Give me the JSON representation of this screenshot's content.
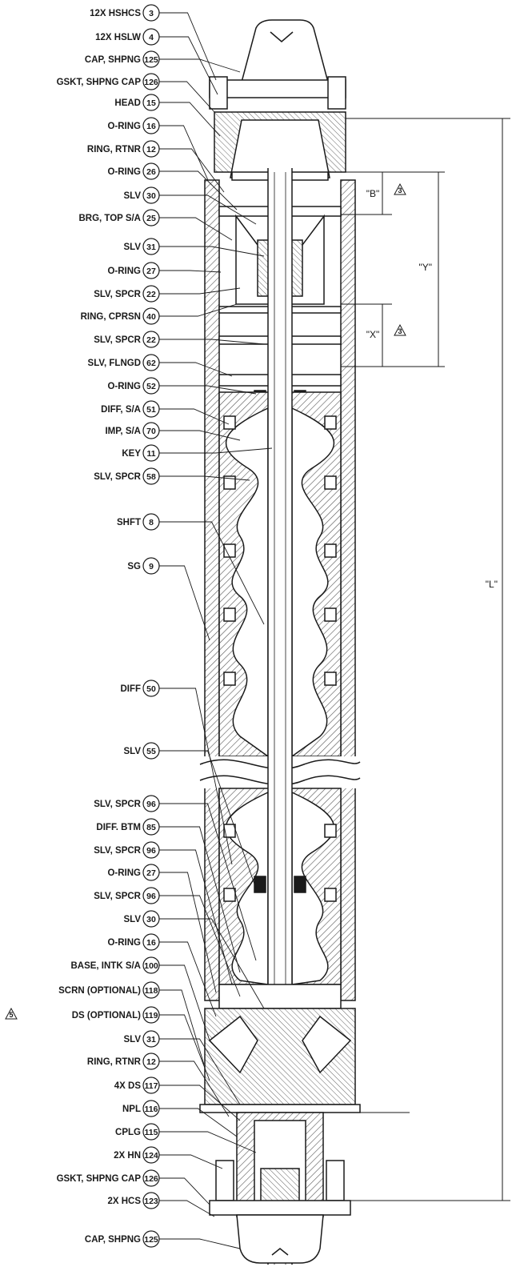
{
  "callouts": [
    {
      "label": "12X HSHCS",
      "num": "3"
    },
    {
      "label": "12X HSLW",
      "num": "4"
    },
    {
      "label": "CAP, SHPNG",
      "num": "125"
    },
    {
      "label": "GSKT, SHPNG CAP",
      "num": "126"
    },
    {
      "label": "HEAD",
      "num": "15"
    },
    {
      "label": "O-RING",
      "num": "16"
    },
    {
      "label": "RING, RTNR",
      "num": "12"
    },
    {
      "label": "O-RING",
      "num": "26"
    },
    {
      "label": "SLV",
      "num": "30"
    },
    {
      "label": "BRG, TOP S/A",
      "num": "25"
    },
    {
      "label": "SLV",
      "num": "31"
    },
    {
      "label": "O-RING",
      "num": "27"
    },
    {
      "label": "SLV, SPCR",
      "num": "22"
    },
    {
      "label": "RING, CPRSN",
      "num": "40"
    },
    {
      "label": "SLV, SPCR",
      "num": "22"
    },
    {
      "label": "SLV, FLNGD",
      "num": "62"
    },
    {
      "label": "O-RING",
      "num": "52"
    },
    {
      "label": "DIFF, S/A",
      "num": "51"
    },
    {
      "label": "IMP, S/A",
      "num": "70"
    },
    {
      "label": "KEY",
      "num": "11"
    },
    {
      "label": "SLV, SPCR",
      "num": "58"
    },
    {
      "label": "SHFT",
      "num": "8"
    },
    {
      "label": "SG",
      "num": "9"
    },
    {
      "label": "DIFF",
      "num": "50"
    },
    {
      "label": "SLV",
      "num": "55"
    },
    {
      "label": "SLV, SPCR",
      "num": "96"
    },
    {
      "label": "DIFF. BTM",
      "num": "85"
    },
    {
      "label": "SLV, SPCR",
      "num": "96"
    },
    {
      "label": "O-RING",
      "num": "27"
    },
    {
      "label": "SLV, SPCR",
      "num": "96"
    },
    {
      "label": "SLV",
      "num": "30"
    },
    {
      "label": "O-RING",
      "num": "16"
    },
    {
      "label": "BASE, INTK S/A",
      "num": "100"
    },
    {
      "label": "SCRN (OPTIONAL)",
      "num": "118"
    },
    {
      "label": "DS (OPTIONAL)",
      "num": "119",
      "flag": "5"
    },
    {
      "label": "SLV",
      "num": "31"
    },
    {
      "label": "RING, RTNR",
      "num": "12"
    },
    {
      "label": "4X DS",
      "num": "117"
    },
    {
      "label": "NPL",
      "num": "116"
    },
    {
      "label": "CPLG",
      "num": "115"
    },
    {
      "label": "2X HN",
      "num": "124"
    },
    {
      "label": "GSKT, SHPNG CAP",
      "num": "126"
    },
    {
      "label": "2X HCS",
      "num": "123"
    },
    {
      "label": "CAP, SHPNG",
      "num": "125"
    }
  ],
  "dimensions": {
    "b": {
      "label": "\"B\"",
      "flag": "3"
    },
    "x": {
      "label": "\"X\"",
      "flag": "3"
    },
    "y": {
      "label": "\"Y\""
    },
    "overall": {
      "label": "\"L\""
    }
  },
  "colors": {
    "ink": "#1a1a1a",
    "paper": "#ffffff",
    "hatch": "#555555"
  }
}
